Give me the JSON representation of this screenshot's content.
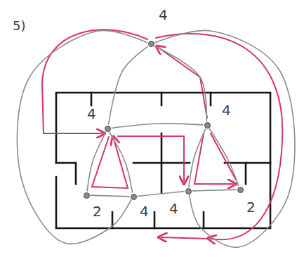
{
  "diagram": {
    "nodes": [
      {
        "text": [
          "4"
        ]
      },
      {
        "text": [
          "4"
        ]
      },
      {
        "text": [
          "4"
        ]
      },
      {
        "text": [
          "2"
        ]
      },
      {
        "text": [
          "4"
        ]
      },
      {
        "text": [
          "4"
        ]
      },
      {
        "text": [
          "2"
        ]
      }
    ],
    "edges": [
      {
        "from": 0,
        "to": 1,
        "arrow": "none"
      },
      {
        "from": 0,
        "to": 2,
        "arrow": "none"
      },
      {
        "from": 0,
        "to": 4,
        "arrow": "none"
      },
      {
        "from": 0,
        "to": 5,
        "arrow": "none"
      },
      {
        "from": 1,
        "to": 2,
        "arrow": "none"
      },
      {
        "from": 1,
        "to": 3,
        "arrow": "none"
      },
      {
        "from": 1,
        "to": 4,
        "arrow": "none"
      },
      {
        "from": 2,
        "to": 5,
        "arrow": "none"
      },
      {
        "from": 2,
        "to": 6,
        "arrow": "none"
      },
      {
        "from": 3,
        "to": 4,
        "arrow": "none"
      },
      {
        "from": 4,
        "to": 5,
        "arrow": "none"
      },
      {
        "from": 5,
        "to": 6,
        "arrow": "none"
      }
    ],
    "labels": [
      "5)"
    ]
  }
}
